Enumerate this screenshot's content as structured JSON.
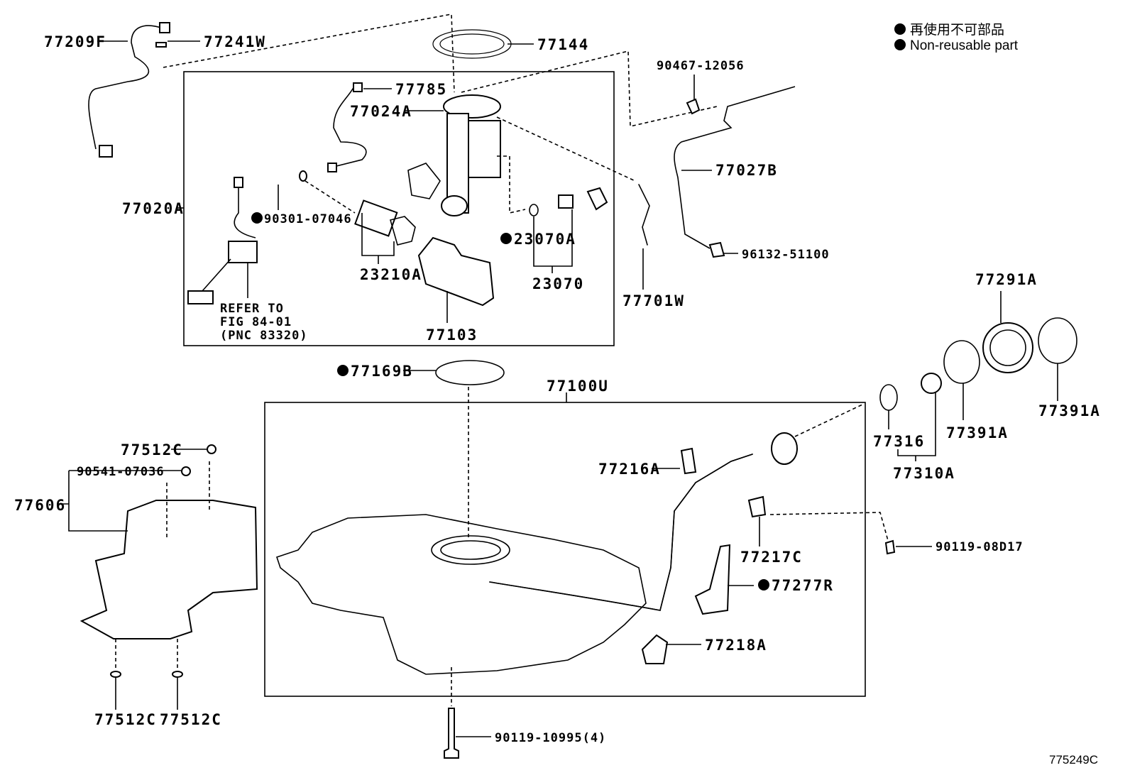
{
  "legend": {
    "line_jp": "再使用不可部品",
    "line_en": "Non-reusable part"
  },
  "figure_code": "775249C",
  "refer_note": [
    "REFER TO",
    "FIG 84-01",
    "(PNC 83320)"
  ],
  "parts": {
    "p77209F": "77209F",
    "p77241W": "77241W",
    "p77144": "77144",
    "p90467": "90467-12056",
    "p77785": "77785",
    "p77024A": "77024A",
    "p77020A": "77020A",
    "p90301": "90301-07046",
    "p23070A": "23070A",
    "p77027B": "77027B",
    "p96132": "96132-51100",
    "p23210A": "23210A",
    "p23070": "23070",
    "p77103": "77103",
    "p77701W": "77701W",
    "p77291A": "77291A",
    "p77169B": "77169B",
    "p77100U": "77100U",
    "p77391A_1": "77391A",
    "p77316": "77316",
    "p77391A_2": "77391A",
    "p77310A": "77310A",
    "p77512C_1": "77512C",
    "p90541": "90541-07036",
    "p77216A": "77216A",
    "p77606": "77606",
    "p90119_08D17": "90119-08D17",
    "p77217C": "77217C",
    "p77277R": "77277R",
    "p77218A": "77218A",
    "p77512C_2": "77512C",
    "p77512C_3": "77512C",
    "p90119_10995": "90119-10995(4)"
  },
  "non_reusable_marker_color": "#000000"
}
